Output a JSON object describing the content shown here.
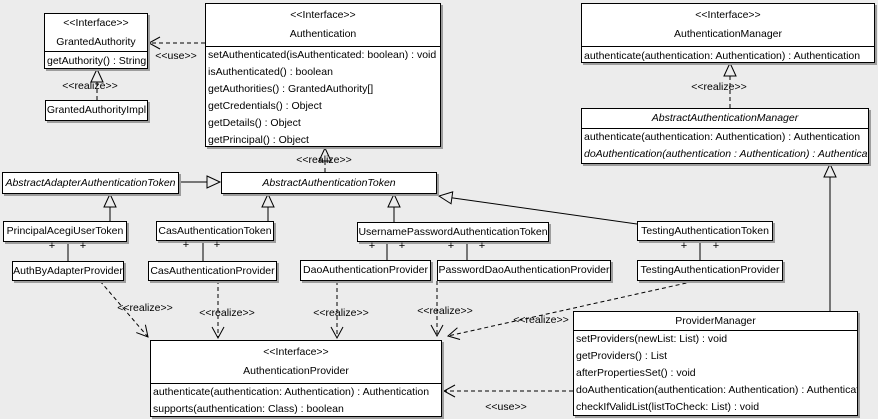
{
  "labels": {
    "stereotype_interface": "<<Interface>>",
    "realize": "<<realize>>",
    "use": "<<use>>",
    "plus": "+"
  },
  "classes": {
    "granted_authority": {
      "name": "GrantedAuthority",
      "methods": [
        "getAuthority() : String"
      ]
    },
    "granted_authority_impl": {
      "name": "GrantedAuthorityImpl"
    },
    "authentication": {
      "name": "Authentication",
      "methods": [
        "setAuthenticated(isAuthenticated: boolean) : void",
        "isAuthenticated() : boolean",
        "getAuthorities() : GrantedAuthority[]",
        "getCredentials() : Object",
        "getDetails() : Object",
        "getPrincipal() : Object"
      ]
    },
    "authentication_manager": {
      "name": "AuthenticationManager",
      "methods": [
        "authenticate(authentication: Authentication) : Authentication"
      ]
    },
    "abstract_authentication_manager": {
      "name": "AbstractAuthenticationManager",
      "methods": [
        "authenticate(authentication: Authentication) : Authentication",
        "doAuthentication(authentication : Authentication) : Authentication"
      ]
    },
    "abstract_adapter_authentication_token": {
      "name": "AbstractAdapterAuthenticationToken"
    },
    "abstract_authentication_token": {
      "name": "AbstractAuthenticationToken"
    },
    "principal_acegi_user_token": {
      "name": "PrincipalAcegiUserToken"
    },
    "cas_authentication_token": {
      "name": "CasAuthenticationToken"
    },
    "username_password_authentication_token": {
      "name": "UsernamePasswordAuthenticationToken"
    },
    "testing_authentication_token": {
      "name": "TestingAuthenticationToken"
    },
    "auth_by_adapter_provider": {
      "name": "AuthByAdapterProvider"
    },
    "cas_authentication_provider": {
      "name": "CasAuthenticationProvider"
    },
    "dao_authentication_provider": {
      "name": "DaoAuthenticationProvider"
    },
    "password_dao_authentication_provider": {
      "name": "PasswordDaoAuthenticationProvider"
    },
    "testing_authentication_provider": {
      "name": "TestingAuthenticationProvider"
    },
    "provider_manager": {
      "name": "ProviderManager",
      "methods": [
        "setProviders(newList: List) : void",
        "getProviders() : List",
        "afterPropertiesSet() : void",
        "doAuthentication(authentication: Authentication) : Authentication",
        "checkIfValidList(listToCheck: List) : void"
      ]
    },
    "authentication_provider": {
      "name": "AuthenticationProvider",
      "methods": [
        "authenticate(authentication: Authentication) : Authentication",
        "supports(authentication: Class) : boolean"
      ]
    }
  }
}
